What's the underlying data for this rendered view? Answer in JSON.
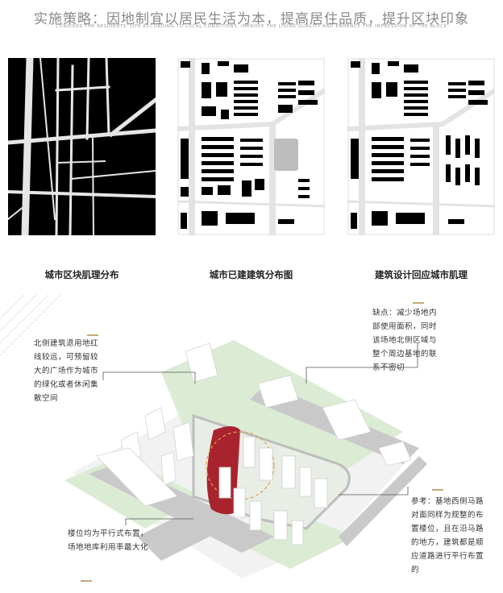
{
  "header": {
    "title": "实施策略：因地制宜以居民生活为本，提高居住品质，提升区块印象",
    "subtitle": "CONSIDER THE RESIDENTS' LIFE ACCORDING TO LOCAL CONDITIONS, IMPROVE THE LIVING QUALITY AND ENHANCE THE IMPRESSION OF THE BLOCK"
  },
  "panels": [
    {
      "caption": "城市区块肌理分布"
    },
    {
      "caption": "城市已建建筑分布图"
    },
    {
      "caption": "建筑设计回应城市肌理"
    }
  ],
  "callouts": {
    "north": "北侧建筑退用地红线较远，可预留较大的广场作为城市的绿化或者休闲集散空间",
    "defect": "缺点：减少场地内部使用面积，同时该场地北侧区域与整个周边基地的联系不密切",
    "reference": "参考：基地西侧马路对面同样为规整的布置楼位，且在沿马路的地方，建筑都是顺应道路进行平行布置的",
    "parallel": "楼位均为平行式布置，场地地库利用率最大化"
  },
  "colors": {
    "accent": "#b28c4b",
    "highlight": "#a8232e",
    "green": "#dcebd4",
    "road": "#c9c9c9"
  }
}
